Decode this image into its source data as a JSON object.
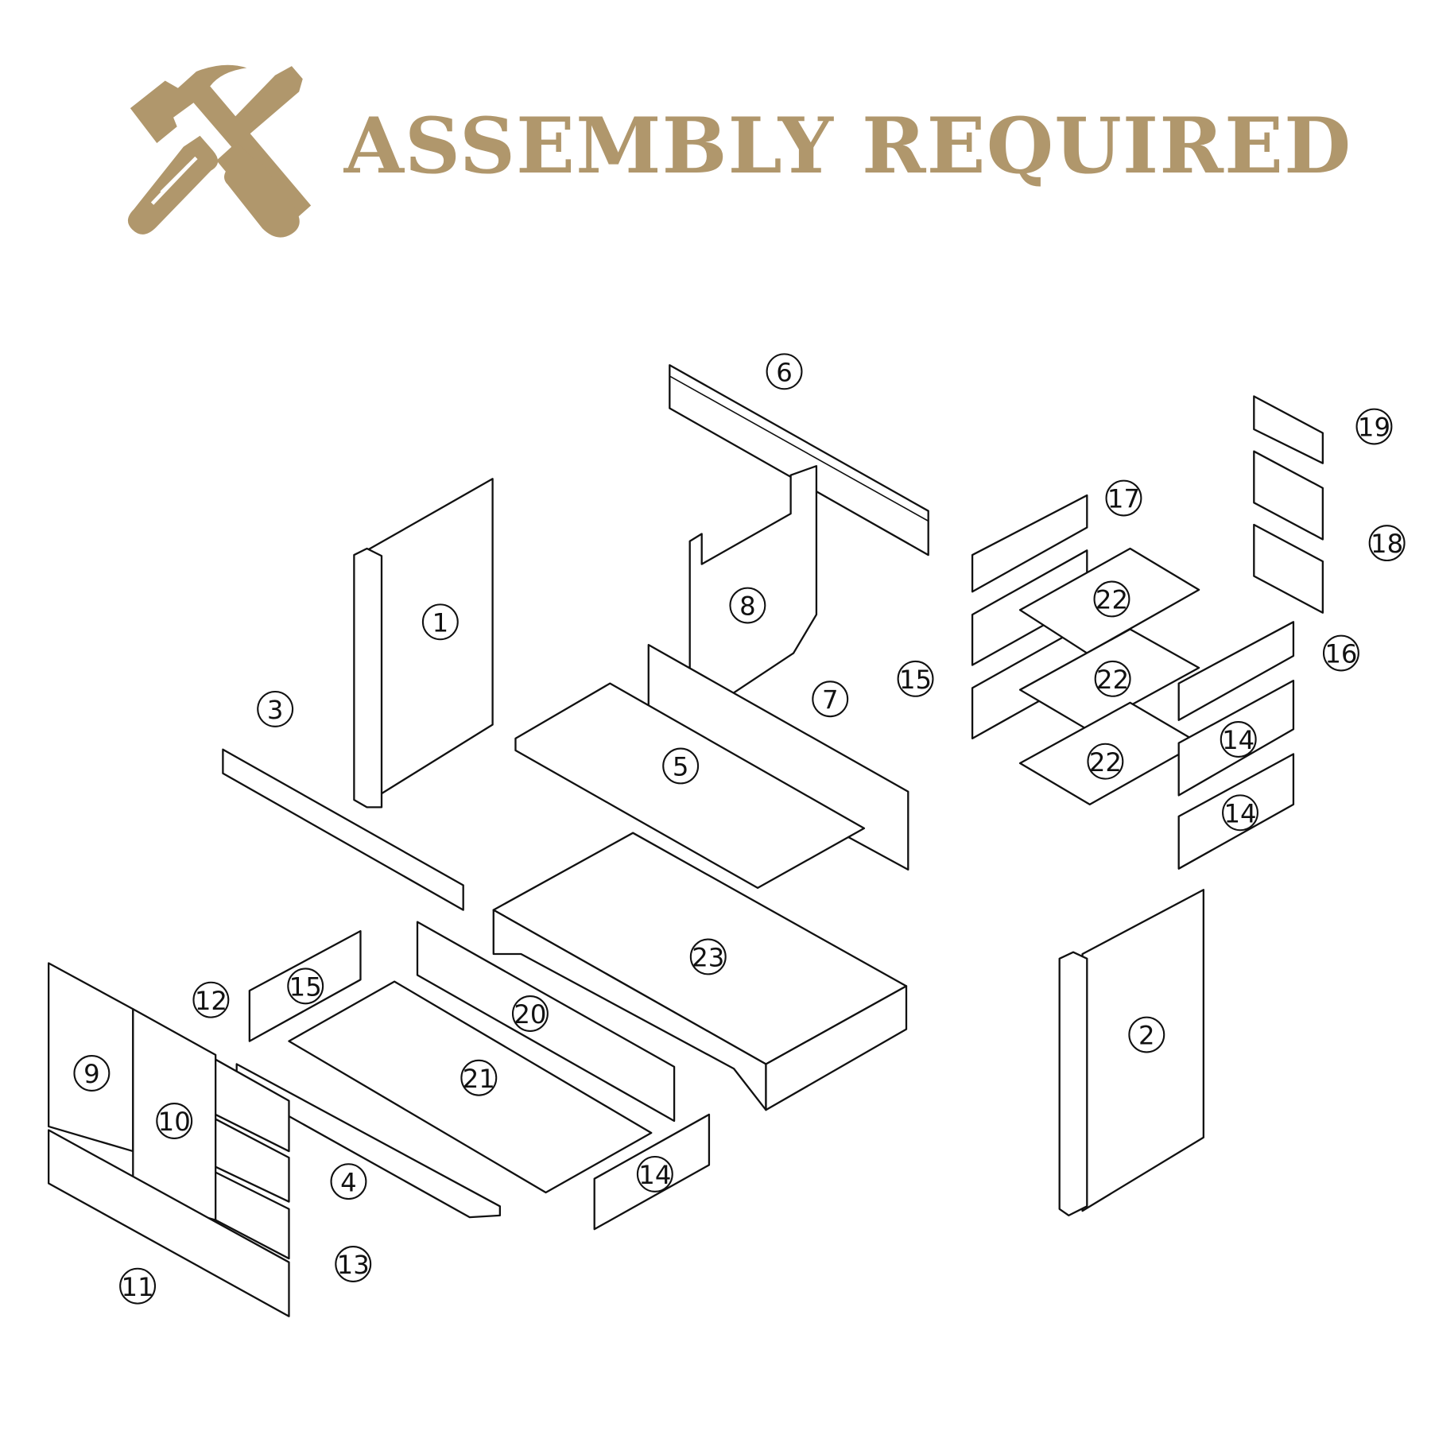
{
  "header": {
    "title": "ASSEMBLY REQUIRED",
    "icon": "hammer-screwdriver-icon",
    "color": "#B0976C"
  },
  "parts": {
    "labels": [
      "1",
      "2",
      "3",
      "4",
      "5",
      "6",
      "7",
      "8",
      "9",
      "10",
      "11",
      "12",
      "13",
      "14",
      "14",
      "14",
      "15",
      "15",
      "16",
      "17",
      "18",
      "19",
      "20",
      "21",
      "22",
      "22",
      "22",
      "23"
    ]
  }
}
